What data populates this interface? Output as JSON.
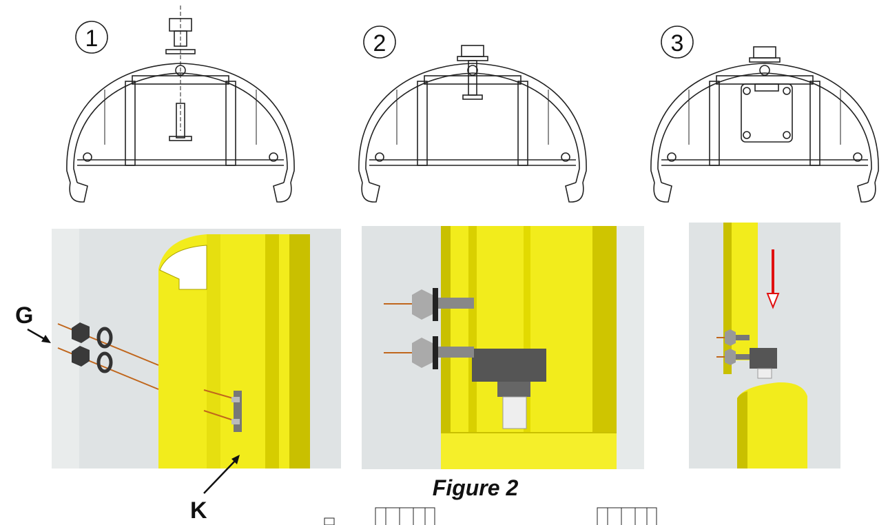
{
  "step_numbers": [
    "1",
    "2",
    "3"
  ],
  "callouts": {
    "g": "G",
    "k": "K"
  },
  "caption": "Figure 2",
  "colors": {
    "profile_yellow": "#f2ec1c",
    "profile_shade": "#c9c000",
    "background_grey": "#dfe3e4",
    "steel": "#8c8c8c",
    "wire": "#c0661c",
    "arrow_red": "#e01010"
  },
  "icons": [
    "bolt-icon",
    "washer-icon",
    "nut-icon",
    "arrow-down-icon"
  ]
}
